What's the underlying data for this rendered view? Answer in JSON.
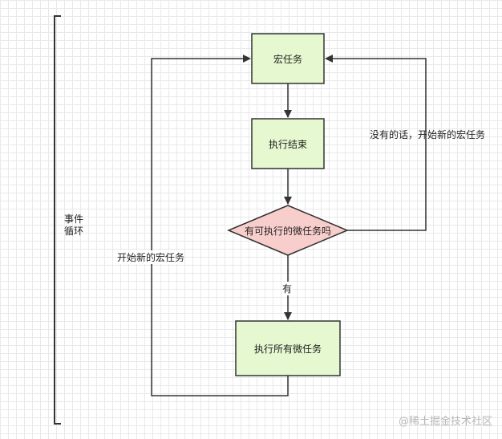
{
  "diagram": {
    "loop_label_line1": "事件",
    "loop_label_line2": "循环",
    "nodes": {
      "macro_task": "宏任务",
      "exec_end": "执行结束",
      "decision": "有可执行的微任务吗",
      "exec_micro": "执行所有微任务"
    },
    "edges": {
      "no_label": "没有的话，开始新的宏任务",
      "yes_label": "有",
      "loop_back_label": "开始新的宏任务"
    },
    "colors": {
      "process_fill": "#e6f8cf",
      "decision_fill": "#f8cecc",
      "stroke": "#333333"
    }
  },
  "watermark": "@稀土掘金技术社区"
}
